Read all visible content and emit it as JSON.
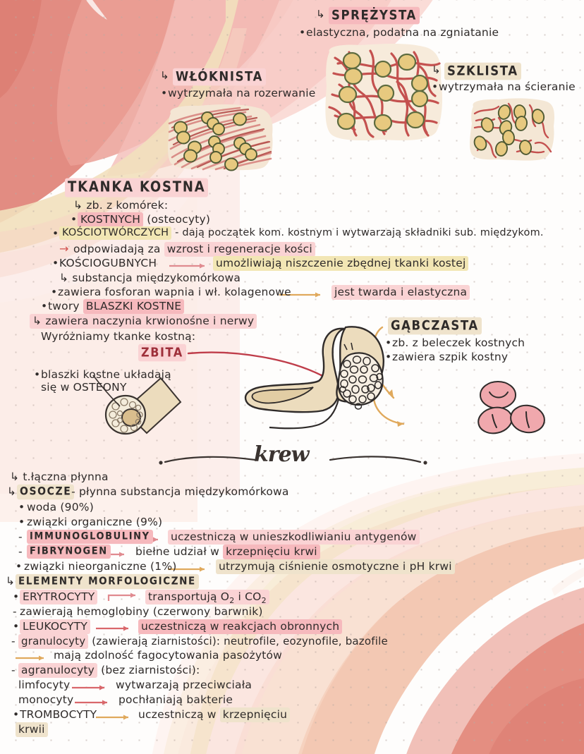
{
  "page": {
    "title_main": "krew",
    "paper": "dotted-grid",
    "colors": {
      "ink": "#2f2b2a",
      "highlight_pink": "#f6b9bd",
      "highlight_pink_light": "#fad3d4",
      "highlight_yellow": "#f2e6b4",
      "highlight_beige": "#efe3cc",
      "highlight_peach": "#f9d9cd",
      "arrow_red": "#c8404a",
      "arrow_pink": "#e08a8f",
      "arrow_orange": "#e0a95c",
      "blob_red": "#e08277",
      "blob_pink": "#f4bdb8",
      "blob_pink_light": "#fad9d3",
      "blob_cream": "#f2e0bd",
      "bone_fill": "#ecdcbd",
      "cartilage_fill": "#f6eada",
      "fiber_red": "#c4514f",
      "cell_yellow": "#e7c97f"
    }
  },
  "cartilage": {
    "elastic": {
      "arrow": "↳",
      "heading": "SPRĘŻYSTA",
      "bullet": "•",
      "desc": "elastyczna, podatna na zgniatanie",
      "diagram": "elastic-cartilage-diagram"
    },
    "fibrous": {
      "arrow": "↳",
      "heading": "WŁÓKNISTA",
      "bullet": "•",
      "desc": "wytrzymała na rozerwanie",
      "diagram": "fibrous-cartilage-diagram"
    },
    "hyaline": {
      "arrow": "↳",
      "heading": "SZKLISTA",
      "bullet": "•",
      "desc": "wytrzymała na ścieranie",
      "diagram": "hyaline-cartilage-diagram"
    }
  },
  "bone_tissue": {
    "heading": "TKANKA KOSTNA",
    "line_cells": "↳ zb. z komórek:",
    "cell_types": [
      {
        "bullet": "•",
        "name": "KOSTNYCH",
        "rest": " (osteocyty)"
      },
      {
        "bullet": "•",
        "name": "KOŚCIOTWÓRCZYCH",
        "rest": " - dają początek kom. kostnym i wytwarzają składniki sub. międzykom."
      },
      {
        "bullet": "•",
        "name": "KOŚCIOGUBNYCH",
        "rest": ""
      }
    ],
    "osteoblast_arrow_line": {
      "arrow": "→",
      "pre": "odpowiadają za ",
      "highlight": "wzrost i regeneracje kości"
    },
    "osteoclast_arrow_line": {
      "arrow": "⟶",
      "highlight": "umożliwiają niszczenie zbędnej tkanki kostej"
    },
    "matrix_line": "↳ substancja międzykomórkowa",
    "matrix_bullets": [
      {
        "bullet": "•",
        "pre": "zawiera fosforan wapnia i wł. kolagenowe ",
        "arrow": "⟶",
        "highlight": "jest twarda i elastyczna"
      },
      {
        "bullet": "•",
        "pre": "twory ",
        "highlight": "BLASZKI KOSTNE"
      }
    ],
    "vessels_line": "↳ zawiera naczynia krwionośne i nerwy",
    "distinguish_line": "Wyróżniamy tkanke kostną:"
  },
  "compact_bone": {
    "label": "ZBITA",
    "bullet": "•",
    "desc_line1": "blaszki kostne układają",
    "desc_line2": "się w OSTEONY",
    "diagram": "compact-bone-osteon-diagram"
  },
  "spongy_bone": {
    "label": "GĄBCZASTA",
    "bullets": [
      {
        "bullet": "•",
        "text": "zb. z beleczek kostnych"
      },
      {
        "bullet": "•",
        "text": "zawiera szpik kostny"
      }
    ],
    "diagram": "spongy-bone-diagram"
  },
  "bone_diagram": {
    "name": "long-bone-cross-section-diagram",
    "blood_cells": "red-blood-cells-diagram"
  },
  "blood": {
    "title": "krew",
    "intro": "↳ t.łączna płynna",
    "plasma": {
      "arrow": "↳",
      "name": "OSOCZE",
      "rest": " - płynna substancja międzykomórkowa"
    },
    "components": [
      {
        "bullet": "•",
        "text": "woda (90%)"
      },
      {
        "bullet": "•",
        "text": "związki organiczne (9%)"
      }
    ],
    "organic": [
      {
        "dash": "-",
        "name": "IMMUNOGLOBULINY",
        "arrow": "⟶",
        "highlight": "uczestniczą w unieszkodliwianiu antygenów"
      },
      {
        "dash": "-",
        "name": "FIBRYNOGEN",
        "arrow": "⟶",
        "pre": "biełne udział w ",
        "highlight": "krzepnięciu krwi"
      }
    ],
    "inorganic": {
      "bullet": "•",
      "pre": "związki nieorganiczne (1%) ",
      "arrow": "⟶",
      "highlight": "utrzymują ciśnienie osmotyczne i pH krwi"
    },
    "morphological_heading": "ELEMENTY MORFOLOGICZNE",
    "morphological_arrow": "↳",
    "elements": [
      {
        "bullet": "•",
        "name": "ERYTROCYTY",
        "arrow": "⟶",
        "highlight": "transportują O2 i CO2"
      },
      {
        "dash": "-",
        "text": "zawierają hemoglobiny (czerwony barwnik)"
      },
      {
        "bullet": "•",
        "name": "LEUKOCYTY",
        "arrow": "⟶",
        "highlight": "uczestniczą w reakcjach obronnych"
      },
      {
        "dash": "-",
        "name": "granulocyty",
        "rest": " (zawierają ziarnistości): neutrofile, eozynofile, bazofile"
      },
      {
        "arrow": "⟶",
        "text": "mają zdolność fagocytowania pasożytów"
      },
      {
        "dash": "-",
        "name": "agranulocyty",
        "rest": " (bez ziarnistości):"
      },
      {
        "name": "limfocyty",
        "arrow": "⟶",
        "text": "wytwarzają przeciwciała"
      },
      {
        "name": "monocyty",
        "arrow": "⟶",
        "text": "pochłaniają bakterie"
      },
      {
        "bullet": "•",
        "name": "TROMBOCYTY",
        "arrow": "⟶",
        "pre": "uczestniczą w ",
        "highlight": "krzepnięciu"
      },
      {
        "highlight2": "krwii"
      }
    ]
  }
}
